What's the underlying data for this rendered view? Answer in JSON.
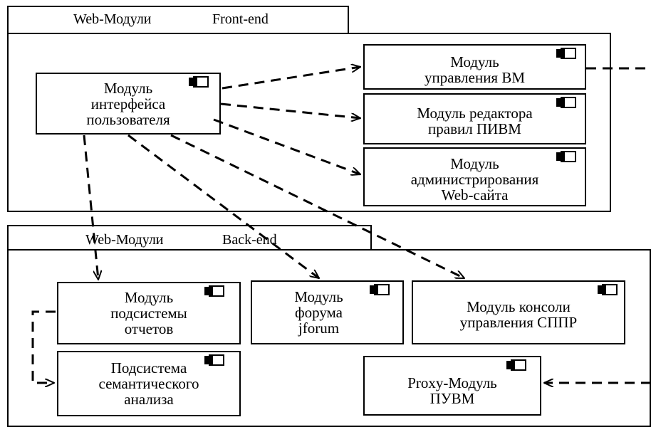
{
  "packages": {
    "front": {
      "tab_left": "Web-Модули",
      "tab_right": "Front-end"
    },
    "back": {
      "tab_left": "Web-Модули",
      "tab_right": "Back-end"
    }
  },
  "components": {
    "ui": [
      "Модуль",
      "интерфейса",
      "пользователя"
    ],
    "vm": [
      "Модуль",
      "управления ВМ"
    ],
    "rules": [
      "Модуль редактора",
      "правил ПИВМ"
    ],
    "admin": [
      "Модуль",
      "администрирования",
      "Web-сайта"
    ],
    "reports": [
      "Модуль",
      "подсистемы",
      "отчетов"
    ],
    "forum": [
      "Модуль",
      "форума",
      "jforum"
    ],
    "dss": [
      "Модуль консоли",
      "управления СППР"
    ],
    "semantic": [
      "Подсистема",
      "семантического",
      "анализа"
    ],
    "proxy": [
      "Proxy-Модуль",
      "ПУВМ"
    ]
  },
  "icon": "component-icon"
}
